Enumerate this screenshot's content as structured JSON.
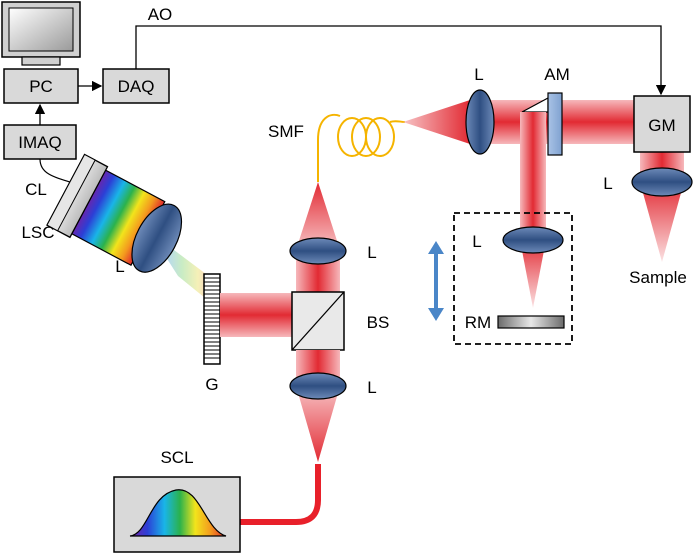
{
  "labels": {
    "pc": "PC",
    "daq": "DAQ",
    "imaq": "IMAQ",
    "ao": "AO",
    "cl": "CL",
    "lsc": "LSC",
    "lens_lsc": "L",
    "grating": "G",
    "smf": "SMF",
    "lens_top": "L",
    "bs": "BS",
    "lens_bottom": "L",
    "scl": "SCL",
    "lens_collimator": "L",
    "am": "AM",
    "gm": "GM",
    "lens_sample": "L",
    "sample": "Sample",
    "lens_ref": "L",
    "rm": "RM"
  },
  "colors": {
    "beam_red": "#e8202a",
    "beam_pink": "#f4a4a8",
    "lens_blue": "#3b5a8a",
    "fiber_yellow": "#f5b400",
    "box_gray": "#d9d9d9",
    "arrow_blue": "#4a86c8"
  }
}
